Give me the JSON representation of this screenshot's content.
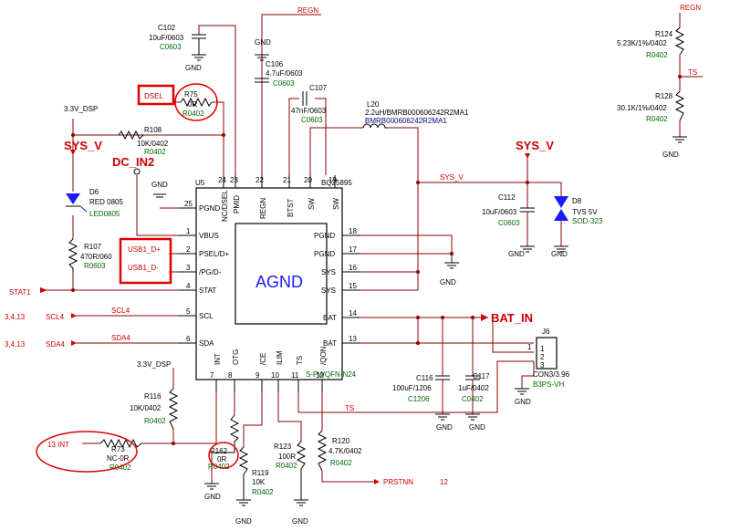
{
  "chip": {
    "ref": "U5",
    "part": "BQ25895",
    "package": "S-PWQFN-N24",
    "center_label": "AGND",
    "left_pins": [
      {
        "num": "25",
        "name": "PGND"
      },
      {
        "num": "1",
        "name": "VBUS"
      },
      {
        "num": "2",
        "name": "PSEL/D+"
      },
      {
        "num": "3",
        "name": "/PG/D-"
      },
      {
        "num": "4",
        "name": "STAT"
      },
      {
        "num": "5",
        "name": "SCL"
      },
      {
        "num": "6",
        "name": "SDA"
      }
    ],
    "right_pins": [
      {
        "num": "18",
        "name": "PGND"
      },
      {
        "num": "17",
        "name": "PGND"
      },
      {
        "num": "16",
        "name": "SYS"
      },
      {
        "num": "15",
        "name": "SYS"
      },
      {
        "num": "14",
        "name": "BAT"
      },
      {
        "num": "13",
        "name": "BAT"
      }
    ],
    "top_pins": [
      {
        "num": "24",
        "name": "NC/DSEL"
      },
      {
        "num": "23",
        "name": "PMID"
      },
      {
        "num": "22",
        "name": "REGN"
      },
      {
        "num": "21",
        "name": "BTST"
      },
      {
        "num": "20",
        "name": "SW"
      },
      {
        "num": "19",
        "name": "SW"
      }
    ],
    "bottom_pins": [
      {
        "num": "7",
        "name": "INT"
      },
      {
        "num": "8",
        "name": "OTG"
      },
      {
        "num": "9",
        "name": "/CE"
      },
      {
        "num": "10",
        "name": "ILIM"
      },
      {
        "num": "11",
        "name": "TS"
      },
      {
        "num": "12",
        "name": "/QON"
      }
    ]
  },
  "nets": {
    "regn": "REGN",
    "ts": "TS",
    "sys_v_net": "SYS_V",
    "stat1": "STAT1",
    "scl4": "SCL4",
    "sda4": "SDA4",
    "prstnn": "PRSTNN",
    "prstnn_num": "12",
    "gnd": "GND",
    "v33": "3.3V_DSP",
    "sheets_scl": "3,4,13",
    "sheets_sda": "3,4,13",
    "int": "13  INT",
    "sys_v_big": "SYS_V",
    "dc_in2": "DC_IN2",
    "bat_in": "BAT_IN"
  },
  "highlights": {
    "dsel": "DSEL",
    "usb_dp": "USB1_D+",
    "usb_dm": "USB1_D-"
  },
  "parts": {
    "c102": {
      "ref": "C102",
      "val": "10uF/0603",
      "pkg": "C0603"
    },
    "c106": {
      "ref": "C106",
      "val": "4.7uF/0603",
      "pkg": "C0603"
    },
    "c107": {
      "ref": "C107",
      "val": "47nF/0603",
      "pkg": "C0603"
    },
    "l20": {
      "ref": "L20",
      "val": "2.2uH/BMRB000606242R2MA1",
      "pkg": "BMRB000606242R2MA1"
    },
    "r75": {
      "ref": "R75",
      "val": "0R",
      "pkg": "R0402"
    },
    "r108": {
      "ref": "R108",
      "val": "10K/0402",
      "pkg": "R0402"
    },
    "d6": {
      "ref": "D6",
      "val": "RED 0805",
      "pkg": "LED0805"
    },
    "r107": {
      "ref": "R107",
      "val": "470R/060",
      "pkg": "R0603"
    },
    "c112": {
      "ref": "C112",
      "val": "10uF/0603",
      "pkg": "C0603"
    },
    "d8": {
      "ref": "D8",
      "val": "TVS 5V",
      "pkg": "SOD-323"
    },
    "r124": {
      "ref": "R124",
      "val": "5.23K/1%/0402",
      "pkg": "R0402"
    },
    "r128": {
      "ref": "R128",
      "val": "30.1K/1%/0402",
      "pkg": "R0402"
    },
    "r116": {
      "ref": "R116",
      "val": "10K/0402",
      "pkg": "R0402"
    },
    "r73": {
      "ref": "R73",
      "val": "NC-0R",
      "pkg": "R0402"
    },
    "r162": {
      "ref": "R162",
      "val": "0R",
      "pkg": "R0402"
    },
    "r119": {
      "ref": "R119",
      "val": "10K",
      "pkg": "R0402"
    },
    "r123": {
      "ref": "R123",
      "val": "100R",
      "pkg": "R0402"
    },
    "r120": {
      "ref": "R120",
      "val": "4.7K/0402",
      "pkg": "R0402"
    },
    "c116": {
      "ref": "C116",
      "val": "100uF/1206",
      "pkg": "C1206"
    },
    "c117": {
      "ref": "C117",
      "val": "1uF/0402",
      "pkg": "C0402"
    },
    "j6": {
      "ref": "J6",
      "val": "CON3/3.96",
      "pkg": "B3PS-VH",
      "pins": [
        "1",
        "2",
        "3"
      ]
    }
  }
}
